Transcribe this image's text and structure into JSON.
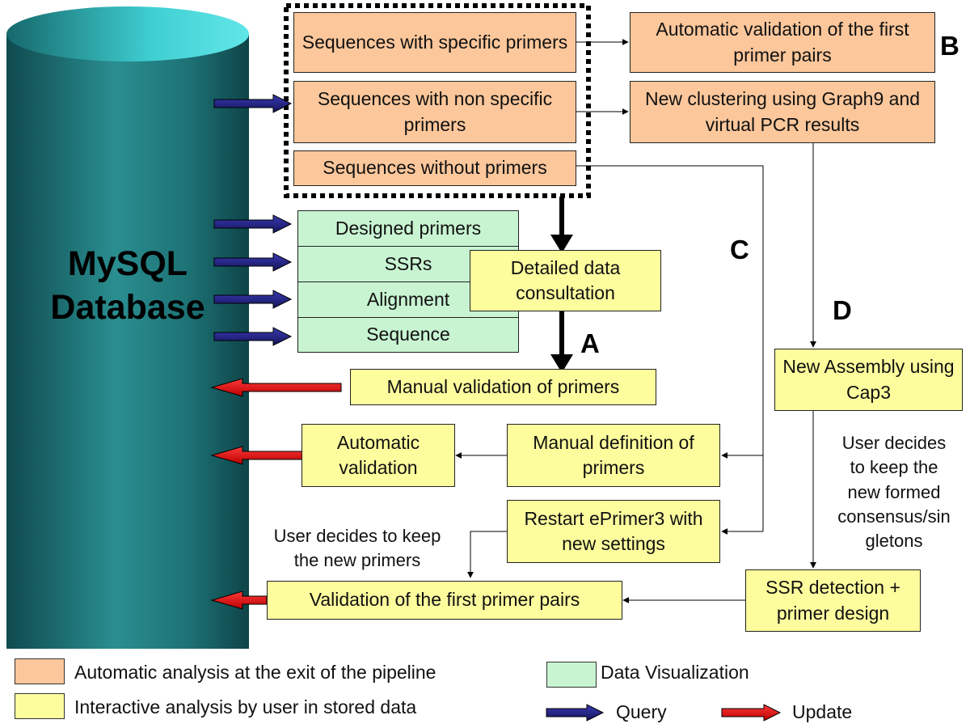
{
  "colors": {
    "automatic": "#fcc79b",
    "interactive": "#fdfd9e",
    "visualization": "#c8f4d2",
    "query_arrow": "#2a2a8c",
    "update_arrow": "#e01010",
    "database": "#1e6f72"
  },
  "database": {
    "line1": "MySQL",
    "line2": "Database"
  },
  "pipeline_outputs": {
    "specific": "Sequences with specific primers",
    "non_specific": "Sequences with non specific primers",
    "without": "Sequences without primers"
  },
  "auto_steps": {
    "validation": "Automatic validation of the first primer pairs",
    "clustering": "New clustering using Graph9 and virtual PCR results"
  },
  "data_views": [
    "Designed primers",
    "SSRs",
    "Alignment",
    "Sequence"
  ],
  "interactive": {
    "consultation": "Detailed data consultation",
    "manual_validation": "Manual validation of primers",
    "automatic_validation": "Automatic validation",
    "manual_definition": "Manual definition of primers",
    "restart": "Restart ePrimer3 with new settings",
    "validation_first": "Validation of the first primer pairs",
    "new_assembly": "New Assembly using Cap3",
    "ssr_detection": "SSR detection + primer design"
  },
  "notes": {
    "keep_primers": [
      "User decides to keep",
      "the new primers"
    ],
    "keep_consensus": [
      "User decides",
      "to keep the",
      "new formed",
      "consensus/sin",
      "gletons"
    ]
  },
  "path_labels": {
    "a": "A",
    "b": "B",
    "c": "C",
    "d": "D"
  },
  "legend": {
    "automatic": "Automatic analysis at the exit of the pipeline",
    "interactive": "Interactive analysis by user in stored data",
    "visualization": "Data Visualization",
    "query": "Query",
    "update": "Update"
  }
}
